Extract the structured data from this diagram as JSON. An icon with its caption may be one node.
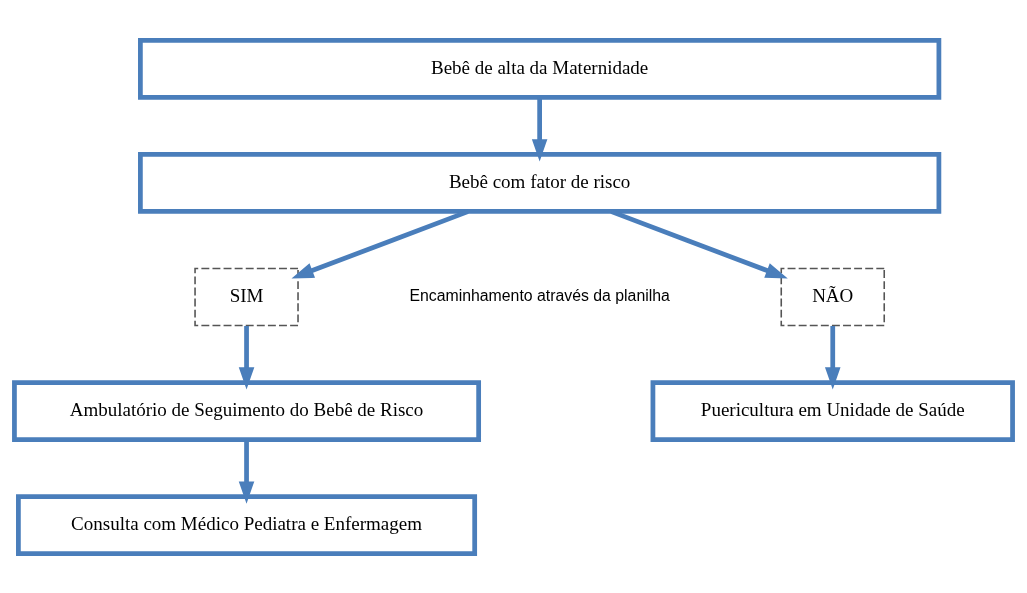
{
  "diagram": {
    "nodes": [
      {
        "text": [
          "Bebê de alta da Maternidade"
        ]
      },
      {
        "text": [
          "Bebê com fator de risco"
        ]
      },
      {
        "text": [
          "SIM"
        ]
      },
      {
        "text": [
          "NÃO"
        ]
      },
      {
        "text": [
          "Ambulatório de Seguimento do Bebê de Risco"
        ]
      },
      {
        "text": [
          "Puericultura em Unidade de Saúde"
        ]
      },
      {
        "text": [
          "Consulta com Médico Pediatra e Enfermagem"
        ]
      }
    ],
    "edges": [
      {
        "from": 0,
        "to": 1,
        "arrow": "to"
      },
      {
        "from": 1,
        "to": 2,
        "arrow": "to"
      },
      {
        "from": 1,
        "to": 3,
        "arrow": "to"
      },
      {
        "from": 2,
        "to": 4,
        "arrow": "to"
      },
      {
        "from": 3,
        "to": 5,
        "arrow": "to"
      },
      {
        "from": 4,
        "to": 6,
        "arrow": "to"
      }
    ],
    "labels": [
      "Encaminhamento através da planilha"
    ]
  }
}
